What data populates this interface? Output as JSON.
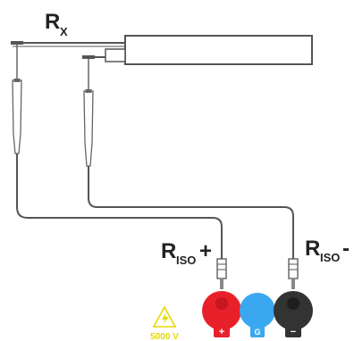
{
  "labels": {
    "rx_main": "R",
    "rx_sub": "X",
    "riso_plus_main": "R",
    "riso_plus_sub": "ISO",
    "riso_plus_sign": "+",
    "riso_minus_main": "R",
    "riso_minus_sub": "ISO",
    "riso_minus_sign": "-"
  },
  "warning": {
    "voltage": "5000 V",
    "icon": "high-voltage-warning-icon"
  },
  "terminals": [
    {
      "name": "plus",
      "sign": "+",
      "color": "#e8202a",
      "icon": "red-terminal"
    },
    {
      "name": "guard",
      "sign": "G",
      "color": "#3aa8f0",
      "icon": "blue-terminal"
    },
    {
      "name": "minus",
      "sign": "−",
      "color": "#333333",
      "icon": "black-terminal"
    }
  ],
  "colors": {
    "cable": "#555555",
    "probe": "#666666",
    "conductor_fill": "#ffffff",
    "warning": "#e8d800"
  }
}
